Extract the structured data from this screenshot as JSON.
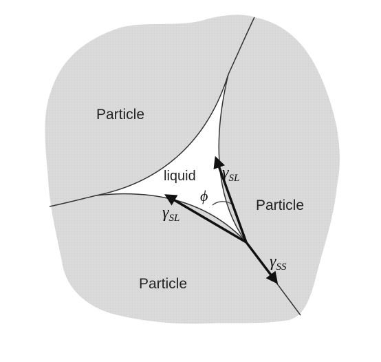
{
  "labels": {
    "particle_top_left": "Particle",
    "particle_right": "Particle",
    "particle_bottom": "Particle",
    "liquid": "liquid",
    "angle": "ϕ",
    "gamma_symbol": "γ",
    "tension_sl_up_sub": "SL",
    "tension_sl_left_sub": "SL",
    "tension_ss_sub": "SS"
  },
  "colors": {
    "particle_fill": "#d9d9d9",
    "liquid_fill": "#ffffff",
    "boundary_line": "#333333",
    "arrow": "#111111"
  }
}
